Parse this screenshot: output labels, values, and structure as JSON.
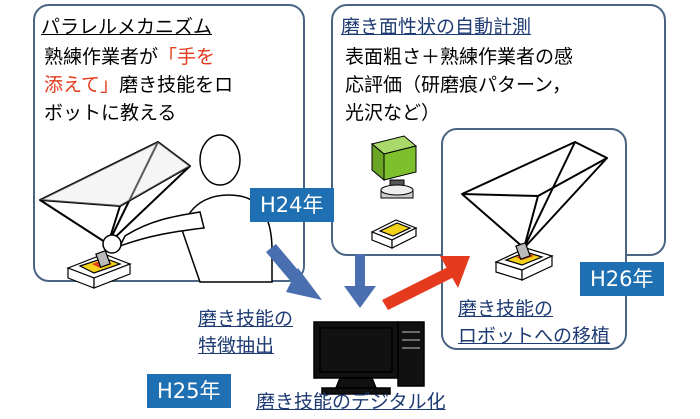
{
  "left_panel": {
    "title": "パラレルメカニズム",
    "line1_prefix": "熟練作業者が",
    "line1_red": "「手を",
    "line2_red": "添えて」",
    "line2_suffix": "磨き技能をロ",
    "line3": "ボットに教える"
  },
  "right_top_panel": {
    "title": "磨き面性状の自動計測",
    "line1": "表面粗さ＋熟練作業者の感",
    "line2": "応評価（研磨痕パターン，",
    "line3": "光沢など）"
  },
  "badges": {
    "h24": "H24年",
    "h25": "H25年",
    "h26": "H26年"
  },
  "labels": {
    "feature_extract_1": "磨き技能の",
    "feature_extract_2": "特徴抽出",
    "digital": "磨き技能のデジタル化",
    "transplant_1": "磨き技能の",
    "transplant_2": "ロボットへの移植"
  },
  "colors": {
    "panel_border": "#4a6583",
    "badge": "#1f6fb3",
    "accent_red": "#e53a1e",
    "arrow_blue": "#4a6fb0",
    "arrow_red": "#e53a1e",
    "sensor_green": "#7dbf2d",
    "workpiece_yellow": "#f2d21a"
  }
}
